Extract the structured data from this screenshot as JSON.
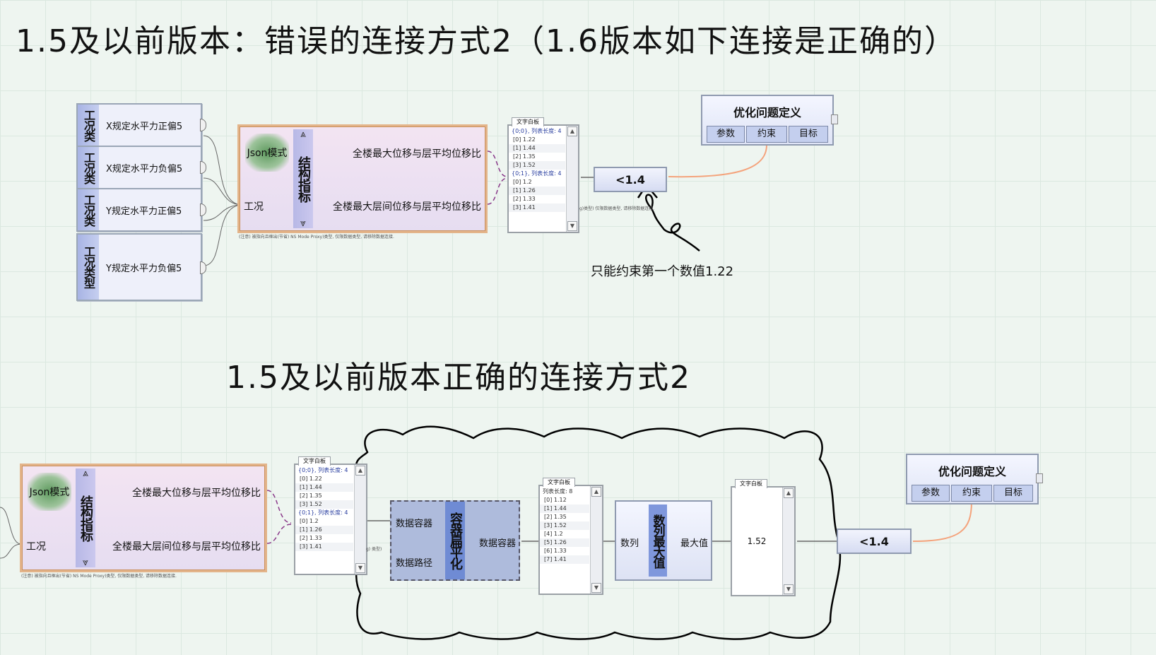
{
  "headings": {
    "top": "1.5及以前版本：错误的连接方式2（1.6版本如下连接是正确的）",
    "bottom": "1.5及以前版本正确的连接方式2"
  },
  "cases": [
    {
      "tab": "工况类",
      "label": "X规定水平力正偏5"
    },
    {
      "tab": "工况类",
      "label": "X规定水平力负偏5"
    },
    {
      "tab": "工况类",
      "label": "Y规定水平力正偏5"
    },
    {
      "tab": "工况类型",
      "label": "Y规定水平力负偏5"
    }
  ],
  "json_node": {
    "mode_label": "Json模式",
    "case_input": "工况",
    "strip_label": "结构指标",
    "output_1": "全楼最大位移与层平均位移比",
    "output_2": "全楼最大层间位移与层平均位移比",
    "up_arrow": "⩓",
    "down_arrow": "⩔",
    "note": "(注意) 被指向且框出(节省) NS Mode Proxy)类型, 仅限数据类型, 请移除数据连接."
  },
  "panel_top": {
    "tab": "文字白板",
    "lines": [
      "{0;0}, 列表长度: 4",
      "[0] 1.22",
      "[1] 1.44",
      "[2] 1.35",
      "[3] 1.52",
      "{0;1}, 列表长度: 4",
      "[0] 1.2",
      "[1] 1.26",
      "[2] 1.33",
      "[3] 1.41"
    ],
    "side_note": "g)类型) 仅限数据类型, 请移除数据连接."
  },
  "constraint_label": "<1.4",
  "opt_node": {
    "title": "优化问题定义",
    "buttons": [
      "参数",
      "约束",
      "目标"
    ]
  },
  "annotation": "只能约束第一个数值1.22",
  "flatten_node": {
    "in_1": "数据容器",
    "in_2": "数据路径",
    "strip_label": "容器扁平化",
    "out": "数据容器"
  },
  "panel_flat": {
    "tab": "文字白板",
    "lines": [
      "列表长度: 8",
      "[0] 1.12",
      "[1] 1.44",
      "[2] 1.35",
      "[3] 1.52",
      "[4] 1.2",
      "[5] 1.26",
      "[6] 1.33",
      "[7] 1.41"
    ]
  },
  "max_node": {
    "in": "数列",
    "strip_label": "数列最大值",
    "out": "最大值"
  },
  "panel_value": {
    "tab": "文字白板",
    "value": "1.52"
  },
  "panel_bottom_side_note": "g) 类型)"
}
